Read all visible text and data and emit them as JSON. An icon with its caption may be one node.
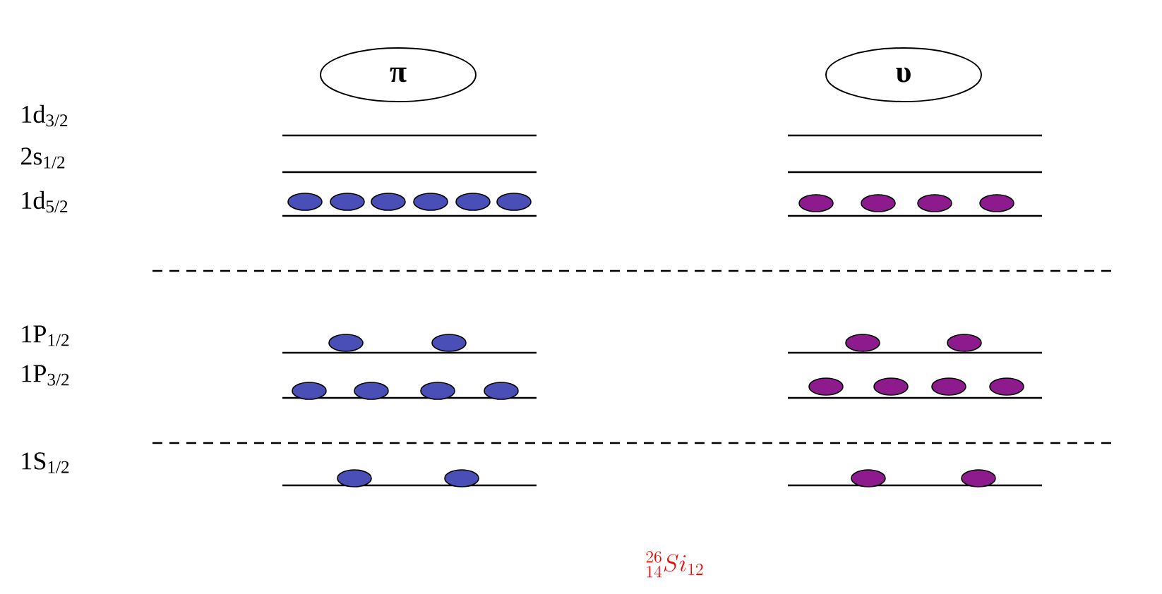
{
  "diagram": {
    "nodes": [
      {
        "text": [
          "π"
        ]
      },
      {
        "text": [
          "υ"
        ]
      },
      {
        "text": [],
        "shape": "ellipse"
      },
      {
        "text": [],
        "shape": "ellipse"
      },
      {
        "text": [],
        "shape": "ellipse"
      },
      {
        "text": [],
        "shape": "ellipse"
      },
      {
        "text": [],
        "shape": "ellipse"
      },
      {
        "text": [],
        "shape": "ellipse"
      },
      {
        "text": [],
        "shape": "ellipse"
      },
      {
        "text": [],
        "shape": "ellipse"
      },
      {
        "text": [],
        "shape": "ellipse"
      },
      {
        "text": [],
        "shape": "ellipse"
      },
      {
        "text": [],
        "shape": "ellipse"
      },
      {
        "text": [],
        "shape": "ellipse"
      },
      {
        "text": [],
        "shape": "ellipse"
      },
      {
        "text": [],
        "shape": "ellipse"
      },
      {
        "text": [],
        "shape": "ellipse"
      },
      {
        "text": [],
        "shape": "ellipse"
      },
      {
        "text": [],
        "shape": "ellipse"
      },
      {
        "text": [],
        "shape": "ellipse"
      },
      {
        "text": [],
        "shape": "ellipse"
      },
      {
        "text": [],
        "shape": "ellipse"
      },
      {
        "text": [],
        "shape": "ellipse"
      },
      {
        "text": [],
        "shape": "ellipse"
      },
      {
        "text": [],
        "shape": "ellipse"
      },
      {
        "text": [],
        "shape": "ellipse"
      },
      {
        "text": [],
        "shape": "ellipse"
      },
      {
        "text": [],
        "shape": "ellipse"
      }
    ],
    "labels": [
      "1d$_{3/2}$",
      "2s$_{1/2}$",
      "1d$_{5/2}$",
      "1P$_{1/2}$",
      "1P$_{3/2}$",
      "1S$_{1/2}$",
      "{}^{26}_{14}Si_{12}"
    ]
  }
}
